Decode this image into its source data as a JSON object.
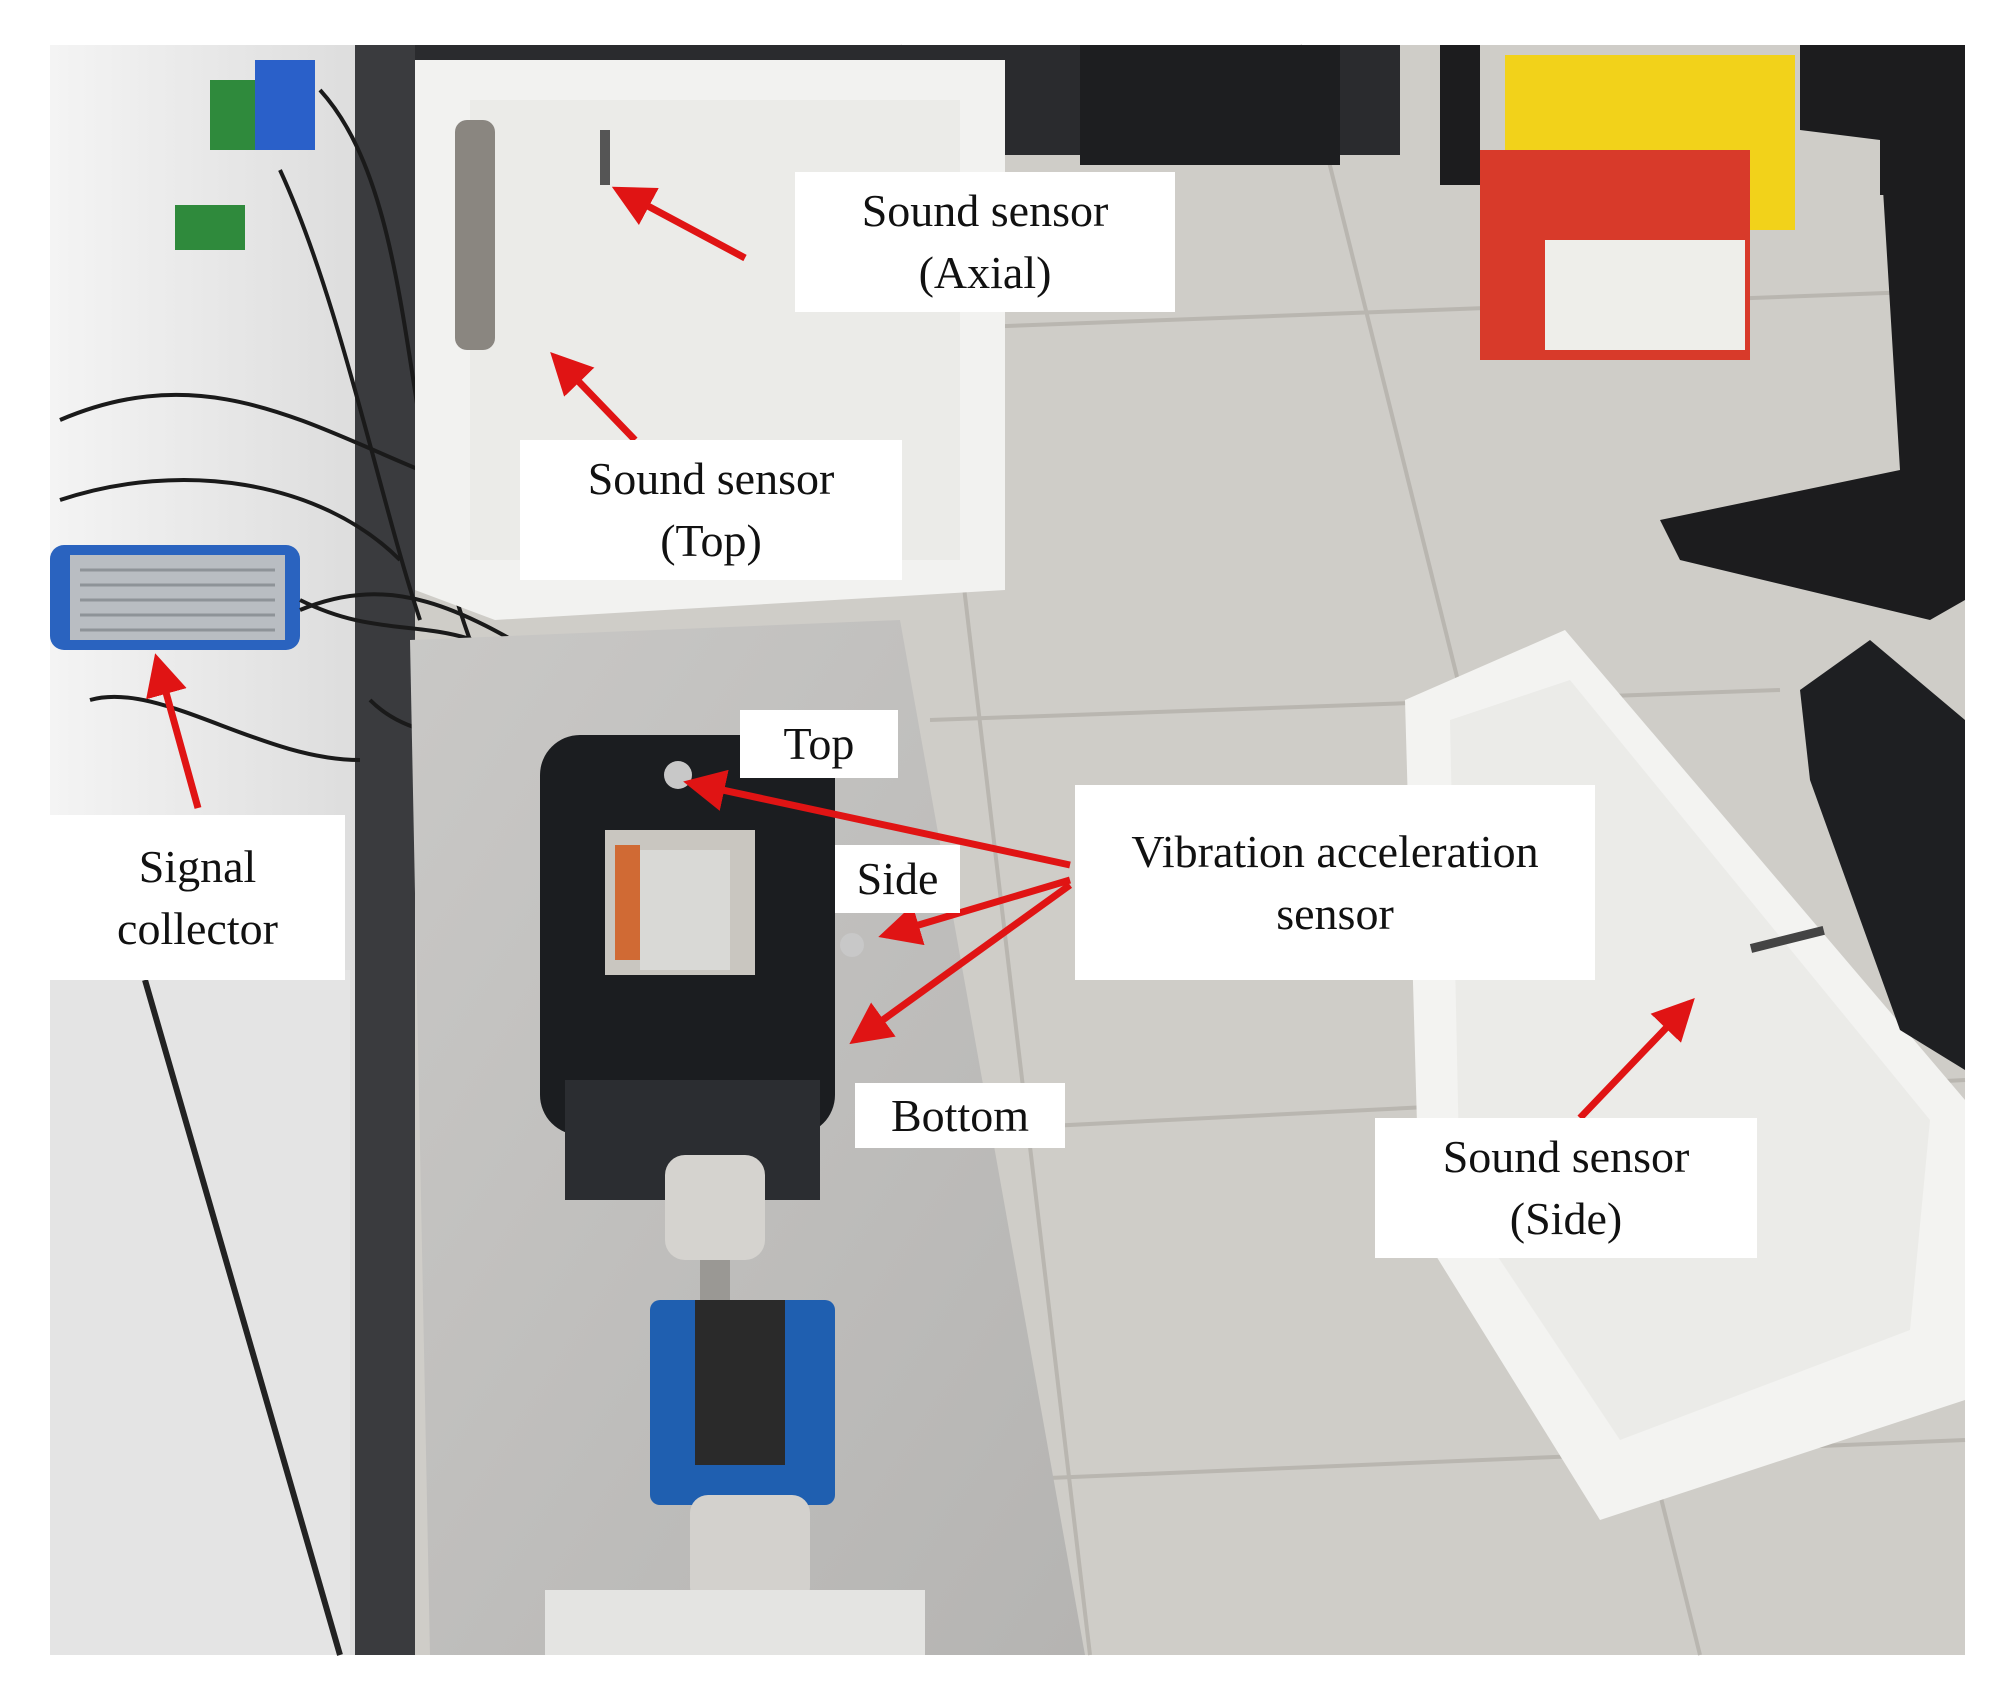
{
  "labels": {
    "sound_axial": {
      "line1": "Sound sensor",
      "line2": "(Axial)"
    },
    "sound_top": {
      "line1": "Sound sensor",
      "line2": "(Top)"
    },
    "sound_side": {
      "line1": "Sound sensor",
      "line2": "(Side)"
    },
    "signal_collector": {
      "line1": "Signal",
      "line2": "collector"
    },
    "vibration": {
      "line1": "Vibration acceleration",
      "line2": "sensor"
    },
    "top": "Top",
    "side": "Side",
    "bottom": "Bottom"
  },
  "colors": {
    "arrow": "#e01414",
    "floor": "#cfcdc8",
    "grout": "#b9b6b0",
    "foam": "#f2f2f0",
    "motor": "#1b1d20",
    "blue_sensor": "#1f5fb0",
    "desk": "#e9eaea"
  }
}
